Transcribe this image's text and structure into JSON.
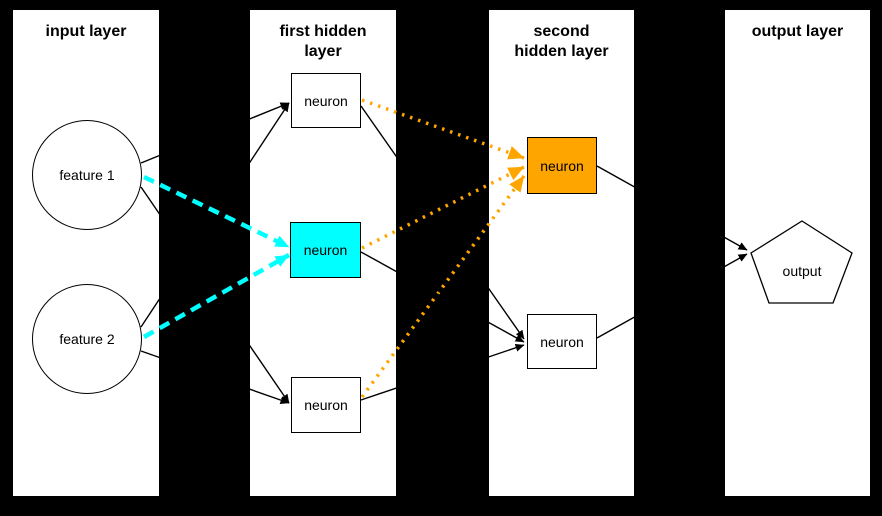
{
  "diagram": {
    "kind": "neural-network-layer-diagram",
    "background": "#000000"
  },
  "colors": {
    "background": "#000000",
    "panel": "#FFFFFF",
    "line": "#000000",
    "cyan": "#00FFFF",
    "orange": "#FFA500"
  },
  "layers": [
    {
      "title": "input layer",
      "nodes": [
        {
          "label": "feature 1",
          "shape": "circle"
        },
        {
          "label": "feature 2",
          "shape": "circle"
        }
      ]
    },
    {
      "title": "first hidden\nlayer",
      "nodes": [
        {
          "label": "neuron",
          "shape": "box"
        },
        {
          "label": "neuron",
          "shape": "box",
          "highlight": "cyan"
        },
        {
          "label": "neuron",
          "shape": "box"
        }
      ]
    },
    {
      "title": "second\nhidden layer",
      "nodes": [
        {
          "label": "neuron",
          "shape": "box",
          "highlight": "orange"
        },
        {
          "label": "neuron",
          "shape": "box"
        }
      ]
    },
    {
      "title": "output layer",
      "nodes": [
        {
          "label": "output",
          "shape": "pentagon"
        }
      ]
    }
  ],
  "edges": [
    {
      "from": "feature 1",
      "to": "hidden1-neuron-top",
      "style": "solid-black-arrow"
    },
    {
      "from": "feature 1",
      "to": "hidden1-neuron-bottom",
      "style": "solid-black-arrow"
    },
    {
      "from": "feature 2",
      "to": "hidden1-neuron-top",
      "style": "solid-black-arrow"
    },
    {
      "from": "feature 2",
      "to": "hidden1-neuron-bottom",
      "style": "solid-black-arrow"
    },
    {
      "from": "feature 1",
      "to": "hidden1-neuron-middle",
      "style": "dashed-cyan-arrow"
    },
    {
      "from": "feature 2",
      "to": "hidden1-neuron-middle",
      "style": "dashed-cyan-arrow"
    },
    {
      "from": "hidden1-neuron-top",
      "to": "hidden2-neuron-top",
      "style": "dotted-orange-arrow"
    },
    {
      "from": "hidden1-neuron-middle",
      "to": "hidden2-neuron-top",
      "style": "dotted-orange-arrow"
    },
    {
      "from": "hidden1-neuron-bottom",
      "to": "hidden2-neuron-top",
      "style": "dotted-orange-arrow"
    },
    {
      "from": "hidden1-neuron-top",
      "to": "hidden2-neuron-bottom",
      "style": "solid-black-arrow"
    },
    {
      "from": "hidden1-neuron-middle",
      "to": "hidden2-neuron-bottom",
      "style": "solid-black-arrow"
    },
    {
      "from": "hidden1-neuron-bottom",
      "to": "hidden2-neuron-bottom",
      "style": "solid-black-arrow"
    },
    {
      "from": "hidden2-neuron-top",
      "to": "output",
      "style": "solid-black-arrow"
    },
    {
      "from": "hidden2-neuron-bottom",
      "to": "output",
      "style": "solid-black-arrow"
    }
  ]
}
